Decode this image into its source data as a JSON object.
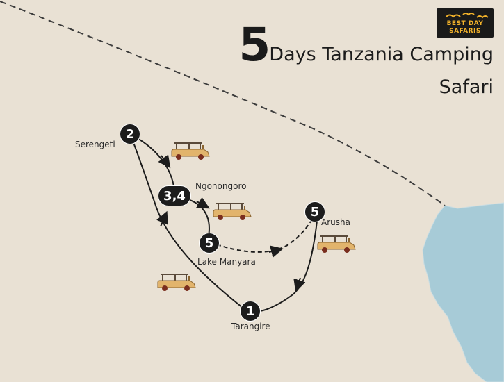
{
  "title": {
    "number": "5",
    "line1": "Days Tanzania Camping",
    "line2": "Safari"
  },
  "logo": {
    "top": "BEST DAY",
    "bottom": "SAFARIS"
  },
  "places": {
    "serengeti": "Serengeti",
    "ngorongoro": "Ngonongoro",
    "lake_manyara": "Lake Manyara",
    "arusha": "Arusha",
    "tarangire": "Tarangire"
  },
  "markers": {
    "tarangire": "1",
    "serengeti": "2",
    "ngorongoro": "3,4",
    "lake_manyara": "5",
    "arusha": "5"
  },
  "colors": {
    "background": "#e9e1d4",
    "water": "#a7cbd7",
    "route": "#1c1c1c",
    "marker": "#1c1c1c",
    "jeep": "#e2b46c"
  }
}
